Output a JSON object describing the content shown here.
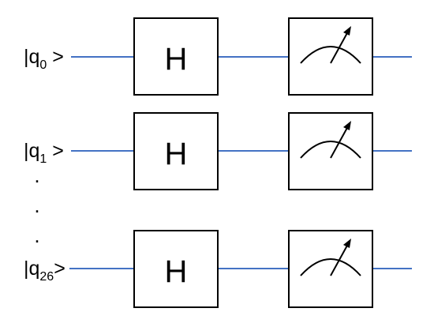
{
  "diagram": {
    "wire_color": "#4472c4",
    "stroke_color": "#000000",
    "qubits": [
      {
        "label_prefix": "|q",
        "subscript": "0",
        "label_suffix": " >",
        "gate": "H",
        "measure_icon": "meter-icon"
      },
      {
        "label_prefix": "|q",
        "subscript": "1",
        "label_suffix": " >",
        "gate": "H",
        "measure_icon": "meter-icon"
      },
      {
        "label_prefix": "|q",
        "subscript": "26",
        "label_suffix": ">",
        "gate": "H",
        "measure_icon": "meter-icon"
      }
    ],
    "ellipsis": [
      ".",
      ".",
      "."
    ]
  }
}
